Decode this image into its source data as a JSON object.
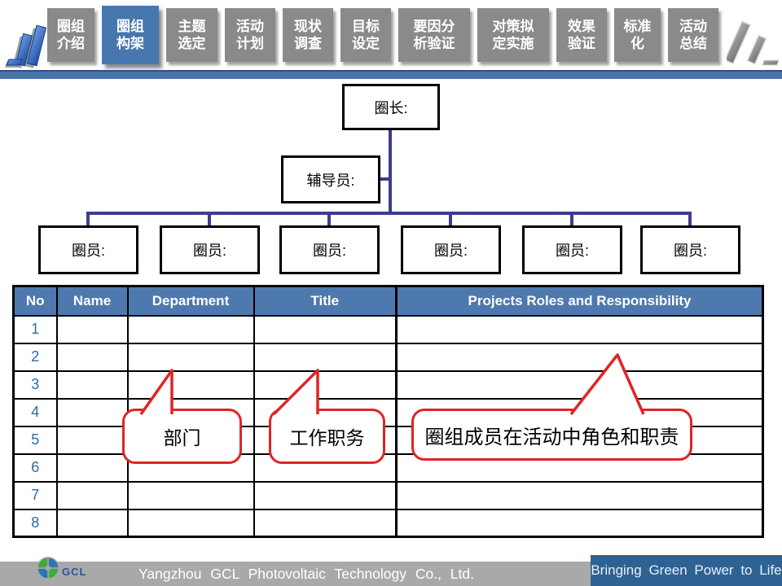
{
  "nav": {
    "active_index": 1,
    "tabs": [
      {
        "label": "圈组\n介绍"
      },
      {
        "label": "圈组\n构架"
      },
      {
        "label": "主题\n选定"
      },
      {
        "label": "活动\n计划"
      },
      {
        "label": "现状\n调查"
      },
      {
        "label": "目标\n设定"
      },
      {
        "label": "要因分\n析验证"
      },
      {
        "label": "对策拟\n定实施"
      },
      {
        "label": "效果\n验证"
      },
      {
        "label": "标准\n化"
      },
      {
        "label": "活动\n总结"
      }
    ]
  },
  "org_chart": {
    "leader_label": "圈长:",
    "advisor_label": "辅导员:",
    "members": [
      "圈员:",
      "圈员:",
      "圈员:",
      "圈员:",
      "圈员:",
      "圈员:"
    ]
  },
  "table": {
    "headers": [
      "No",
      "Name",
      "Department",
      "Title",
      "Projects Roles and Responsibility"
    ],
    "row_numbers": [
      "1",
      "2",
      "3",
      "4",
      "5",
      "6",
      "7",
      "8"
    ]
  },
  "callouts": {
    "department": "部门",
    "job_title": "工作职务",
    "roles": "圈组成员在活动中角色和职责"
  },
  "footer": {
    "logo_text": "GCL",
    "company": "Yangzhou GCL Photovoltaic Technology Co., Ltd.",
    "slogan": "Bringing Green Power to Life"
  },
  "colors": {
    "tab_active": "#4677ae",
    "tab_inactive": "#8a8a8a",
    "accent_bar": "#4a74a8",
    "table_header": "#4e79ae",
    "row_number": "#2a6ca8",
    "connector": "#3d3d8f",
    "callout_border": "#e02424",
    "footer_bar": "#a9a9a9",
    "slogan_bg": "#2d6293"
  }
}
